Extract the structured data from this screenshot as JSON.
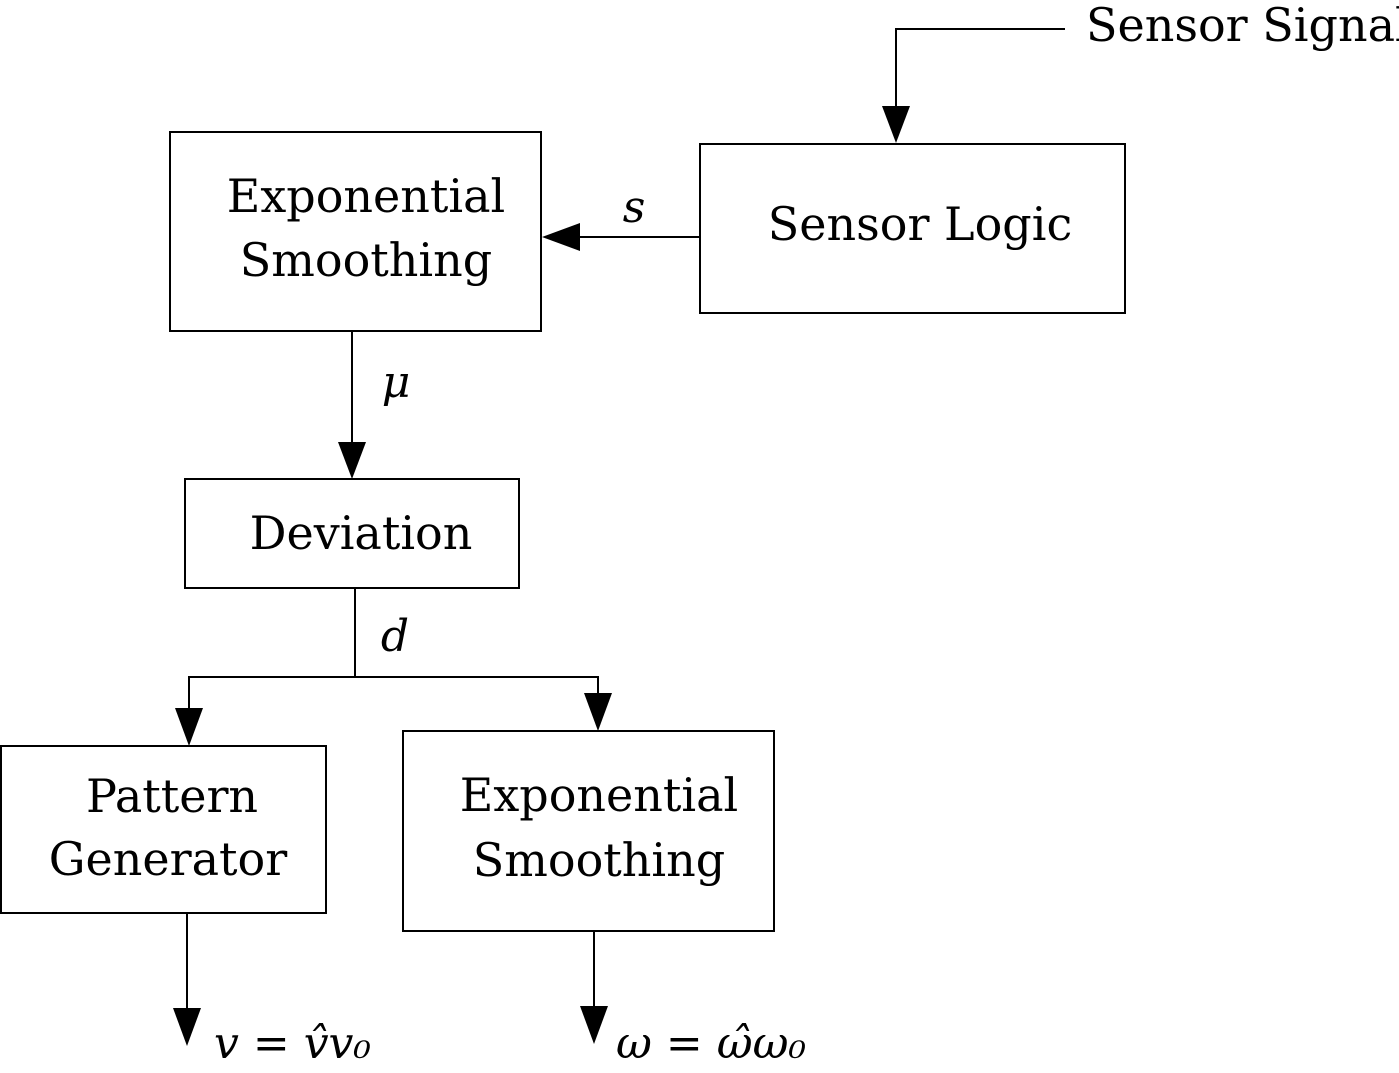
{
  "input_label": "Sensor Signal",
  "blocks": {
    "sensor_logic": {
      "label": "Sensor Logic"
    },
    "smoothing_top": {
      "line1": "Exponential",
      "line2": "Smoothing"
    },
    "deviation": {
      "label": "Deviation"
    },
    "pattern_generator": {
      "line1": "Pattern",
      "line2": "Generator"
    },
    "smoothing_bottom": {
      "line1": "Exponential",
      "line2": "Smoothing"
    }
  },
  "signals": {
    "s": "s",
    "mu": "μ",
    "d": "d",
    "v_output": "v = v̂v₀",
    "omega_output": "ω = ω̂ω₀"
  },
  "colors": {
    "stroke": "#000000",
    "background": "#ffffff"
  }
}
